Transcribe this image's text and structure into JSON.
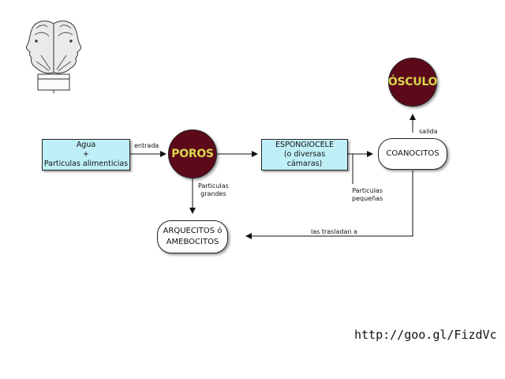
{
  "nodes": {
    "agua": {
      "line1": "Agua",
      "line2": "+",
      "line3": "Particulas alimenticias"
    },
    "poros": {
      "label": "POROS"
    },
    "espongiocele": {
      "line1": "ESPONGIOCELE",
      "line2": "(o diversas",
      "line3": "cámaras)"
    },
    "coanocitos": {
      "label": "COANOCITOS"
    },
    "osculo": {
      "label": "ÓSCULO"
    },
    "arquecitos": {
      "line1": "ARQUECITOS ó",
      "line2": "AMEBOCITOS"
    }
  },
  "edges": {
    "entrada": "entrada",
    "salida": "salida",
    "particulas_grandes_1": "Particulas",
    "particulas_grandes_2": "grandes",
    "particulas_pequenas_1": "Particulas",
    "particulas_pequenas_2": "pequeñas",
    "trasladan": "las trasladan a"
  },
  "footer": {
    "url": "http://goo.gl/FizdVc"
  },
  "logo": {
    "icon": "janus-head-icon"
  },
  "colors": {
    "rect_fill": "#bff0f8",
    "circle_fill": "#5c0a1a",
    "circle_text": "#d8d64a"
  }
}
